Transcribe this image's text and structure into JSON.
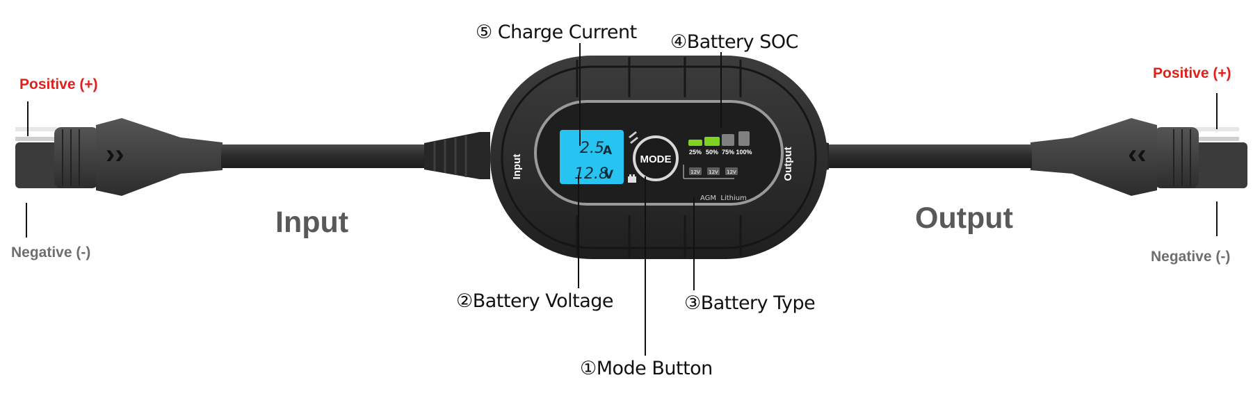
{
  "callouts": {
    "charge_current": "⑤ Charge Current",
    "battery_soc": "④Battery SOC",
    "battery_voltage": "②Battery Voltage",
    "battery_type": "③Battery Type",
    "mode_button": "①Mode Button"
  },
  "left_connector": {
    "positive": "Positive (+)",
    "negative": "Negative (-)",
    "arrows": "››"
  },
  "right_connector": {
    "positive": "Positive (+)",
    "negative": "Negative (-)",
    "arrows": "‹‹"
  },
  "side_labels": {
    "input": "Input",
    "output": "Output"
  },
  "device": {
    "input_text": "Input",
    "output_text": "Output",
    "mode_label": "MODE",
    "lcd_current": "2.5",
    "lcd_current_unit": "A",
    "lcd_voltage": "12.8",
    "lcd_voltage_unit": "V",
    "soc_levels": [
      "25%",
      "50%",
      "75%",
      "100%"
    ],
    "soc_active_count": 2,
    "battery_type_chips": [
      "12V",
      "12V",
      "12V"
    ],
    "battery_types_text": "AGM  Lithium"
  },
  "colors": {
    "polarity_positive": "#e0201b",
    "polarity_negative": "#6d6e70",
    "lcd": "#27c4f2",
    "soc_active": "#7ed321",
    "soc_inactive": "#808080",
    "body": "#2e2e2e"
  }
}
